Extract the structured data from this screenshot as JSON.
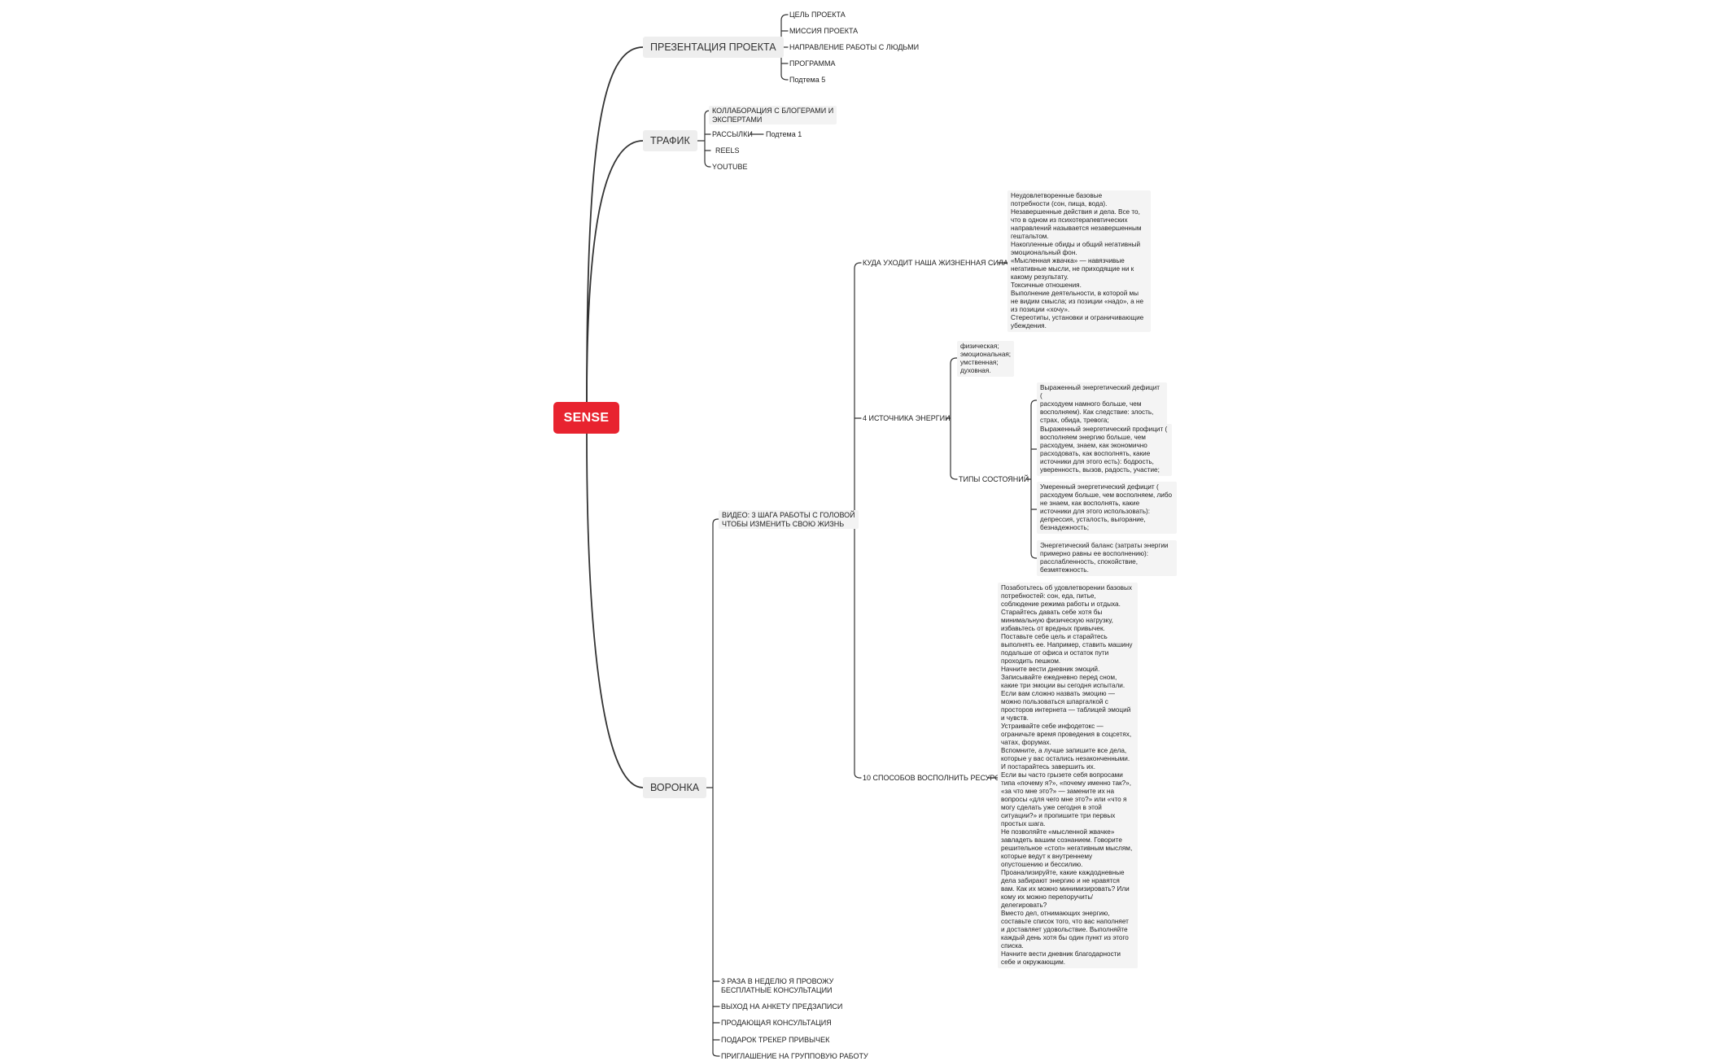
{
  "root": {
    "label": "SENSE",
    "color": "#e8232f"
  },
  "presentation": {
    "title": "ПРЕЗЕНТАЦИЯ ПРОЕКТА",
    "items": [
      "ЦЕЛЬ ПРОЕКТА",
      "МИССИЯ ПРОЕКТА",
      "НАПРАВЛЕНИЕ РАБОТЫ С ЛЮДЬМИ",
      "ПРОГРАММА",
      "Подтема 5"
    ]
  },
  "traffic": {
    "title": "ТРАФИК",
    "items": [
      "КОЛЛАБОРАЦИЯ С БЛОГЕРАМИ И\nЭКСПЕРТАМИ",
      "РАССЫЛКИ",
      "REELS",
      "YOUTUBE"
    ],
    "mailing_child": "Подтема 1"
  },
  "funnel": {
    "title": "ВОРОНКА",
    "video": {
      "label": "ВИДЕО:  3 ШАГА РАБОТЫ С ГОЛОВОЙ\nЧТОБЫ ИЗМЕНИТЬ СВОЮ ЖИЗНЬ",
      "life_force": {
        "label": "КУДА УХОДИТ НАША ЖИЗНЕННАЯ СИЛА",
        "note": "Неудовлетворенные базовые\nпотребности (сон, пища, вода).\nНезавершенные действия и дела. Все то,\nчто в одном из психотерапевтических\nнаправлений называется незавершенным\nгештальтом.\nНакопленные обиды и общий негативный\nэмоциональный фон.\n«Мысленная жвачка» — навязчивые\nнегативные мысли, не приходящие ни к\nкакому результату.\nТоксичные отношения.\nВыполнение деятельности, в которой мы\nне видим смысла; из позиции «надо», а не\nиз позиции «хочу».\nСтереотипы, установки и ограничивающие\nубеждения."
      },
      "sources": {
        "label": "4 ИСТОЧНИКА ЭНЕРГИИ",
        "list": "физическая;\nэмоциональная;\nумственная;\nдуховная.",
        "states_label": "ТИПЫ СОСТОЯНИЙ",
        "states": [
          "Выраженный энергетический дефицит (\nрасходуем намного больше, чем\nвосполняем). Как следствие: злость,\nстрах, обида, тревога;",
          "Выраженный энергетический профицит (\nвосполняем энергию больше, чем\nрасходуем, знаем, как экономично\nрасходовать, как восполнять, какие\nисточники для этого есть): бодрость,\nуверенность, вызов, радость, участие;",
          "Умеренный энергетический дефицит (\nрасходуем больше, чем восполняем, либо\nне знаем, как восполнять, какие\nисточники для этого использовать):\nдепрессия, усталость, выгорание,\nбезнадежность;",
          "Энергетический баланс (затраты энергии\nпримерно равны ее восполнению):\nрасслабленность, спокойствие,\nбезмятежность."
        ]
      },
      "ways": {
        "label": "10 СПОСОБОВ ВОСПОЛНИТЬ РЕСУРС",
        "note": "Позаботьтесь об удовлетворении базовых\nпотребностей: сон, еда, питье,\nсоблюдение режима работы и отдыха.\nСтарайтесь давать себе хотя бы\nминимальную физическую нагрузку,\nизбавьтесь от вредных привычек.\nПоставьте себе цель и старайтесь\nвыполнять ее. Например, ставить машину\nподальше от офиса и остаток пути\nпроходить пешком.\nНачните вести дневник эмоций.\nЗаписывайте ежедневно перед сном,\nкакие три эмоции вы сегодня испытали.\nЕсли вам сложно назвать эмоцию —\nможно пользоваться шпаргалкой с\nпросторов интернета — таблицей эмоций\nи чувств.\nУстраивайте себе инфодетокс —\nограничьте время проведения в соцсетях,\nчатах, форумах.\nВспомните, а лучше запишите все дела,\nкоторые у вас остались незаконченными.\nИ постарайтесь завершить их.\nЕсли вы часто грызете себя вопросами\nтипа «почему я?», «почему именно так?»,\n«за что мне это?» — замените их на\nвопросы «для чего мне это?» или «что я\nмогу сделать уже сегодня в этой\nситуации?» и пропишите три первых\nпростых шага.\nНе позволяйте «мысленной жвачке»\nзавладеть вашим сознанием. Говорите\nрешительное «стоп» негативным мыслям,\nкоторые ведут к внутреннему\nопустошению и бессилию.\nПроанализируйте, какие каждодневные\nдела забирают энергию и не нравятся\nвам. Как их можно минимизировать? Или\nкому их можно перепоручить/\nделегировать?\nВместо дел, отнимающих энергию,\nсоставьте список того, что вас наполняет\nи доставляет удовольствие. Выполняйте\nкаждый день хотя бы один пункт из этого\nсписка.\nНачните вести дневник благодарности\nсебе и окружающим."
      }
    },
    "items": [
      "3 РАЗА В НЕДЕЛЮ Я ПРОВОЖУ\nБЕСПЛАТНЫЕ КОНСУЛЬТАЦИИ",
      "ВЫХОД НА АНКЕТУ ПРЕДЗАПИСИ",
      "ПРОДАЮЩАЯ КОНСУЛЬТАЦИЯ",
      "ПОДАРОК ТРЕКЕР ПРИВЫЧЕК",
      "ПРИГЛАШЕНИЕ НА ГРУППОВУЮ РАБОТУ"
    ]
  }
}
